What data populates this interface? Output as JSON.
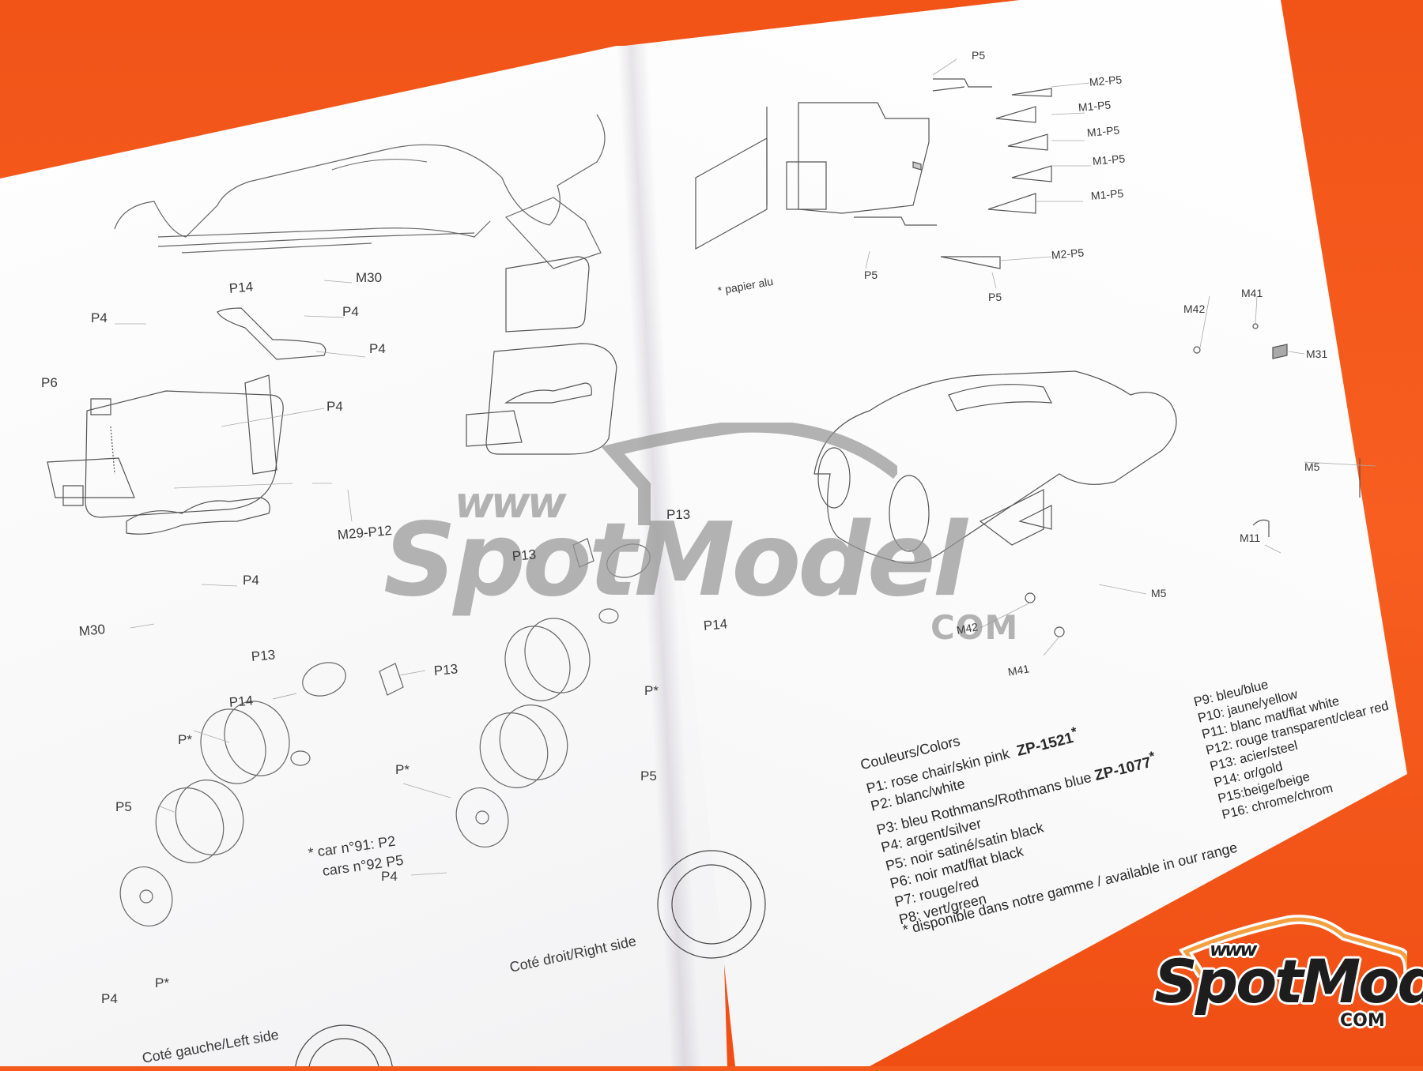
{
  "scene": {
    "background_color": "#f45a1c",
    "paper_color": "#fdfdfd",
    "ink_color": "#3a3a3a"
  },
  "left_page": {
    "labels": {
      "m30_top": "M30",
      "p14_top": "P14",
      "p4_a": "P4",
      "p4_b": "P4",
      "p4_c": "P4",
      "p6": "P6",
      "p4_d": "P4",
      "m29_p12": "M29-P12",
      "p4_e": "P4",
      "m30_bottom": "M30",
      "p13_a": "P13",
      "p13_b": "P13",
      "p13_c": "P13",
      "p13_d": "P13",
      "p14_a": "P14",
      "p14_b": "P14",
      "pstar_a": "P*",
      "pstar_b": "P*",
      "pstar_c": "P*",
      "pstar_d": "P*",
      "p5_a": "P5",
      "p5_b": "P5",
      "p4_f": "P4",
      "p4_g": "P4"
    },
    "car_note_line1": "* car n°91: P2",
    "car_note_line2": "cars n°92 P5",
    "left_side_caption": "Coté gauche/Left side",
    "right_side_caption": "Coté droit/Right side"
  },
  "right_page": {
    "labels": {
      "p5_top": "P5",
      "m2_p5_a": "M2-P5",
      "m1_p5_a": "M1-P5",
      "m1_p5_b": "M1-P5",
      "m1_p5_c": "M1-P5",
      "m1_p5_d": "M1-P5",
      "m2_p5_b": "M2-P5",
      "p5_a": "P5",
      "p5_b": "P5",
      "m42_a": "M42",
      "m41_a": "M41",
      "m31": "M31",
      "m5_a": "M5",
      "m11": "M11",
      "m5_b": "M5",
      "m42_b": "M42",
      "m41_b": "M41"
    },
    "papier_alu": "* papier alu",
    "colors_title": "Couleurs/Colors",
    "colors": [
      {
        "code": "P1",
        "text": "P1: rose chair/skin pink",
        "ref": "ZP-1521",
        "mark": "*"
      },
      {
        "code": "P2",
        "text": "P2: blanc/white"
      },
      {
        "code": "P3",
        "text": "P3: bleu Rothmans/Rothmans blue",
        "ref": "ZP-1077",
        "mark": "*"
      },
      {
        "code": "P4",
        "text": "P4: argent/silver"
      },
      {
        "code": "P5",
        "text": "P5: noir satiné/satin black"
      },
      {
        "code": "P6",
        "text": "P6: noir mat/flat black"
      },
      {
        "code": "P7",
        "text": "P7: rouge/red"
      },
      {
        "code": "P8",
        "text": "P8: vert/green"
      }
    ],
    "colors_col2": [
      {
        "code": "P9",
        "text": "P9: bleu/blue"
      },
      {
        "code": "P10",
        "text": "P10: jaune/yellow"
      },
      {
        "code": "P11",
        "text": "P11: blanc mat/flat white"
      },
      {
        "code": "P12",
        "text": "P12: rouge transparent/clear red"
      },
      {
        "code": "P13",
        "text": "P13: acier/steel"
      },
      {
        "code": "P14",
        "text": "P14: or/gold"
      },
      {
        "code": "P15",
        "text": "P15:beige/beige"
      },
      {
        "code": "P16",
        "text": "P16: chrome/chrom"
      }
    ],
    "footnote": "* disponible dans notre gamme / available in our range"
  },
  "watermark": {
    "www": "www",
    "brand": "SpotModel",
    "tld": "COM",
    "color": "#969696"
  },
  "logo": {
    "www": "www",
    "brand": "SpotModel",
    "tld": "COM",
    "text_color": "#1d1d1d",
    "outline_color": "#f4a040"
  }
}
